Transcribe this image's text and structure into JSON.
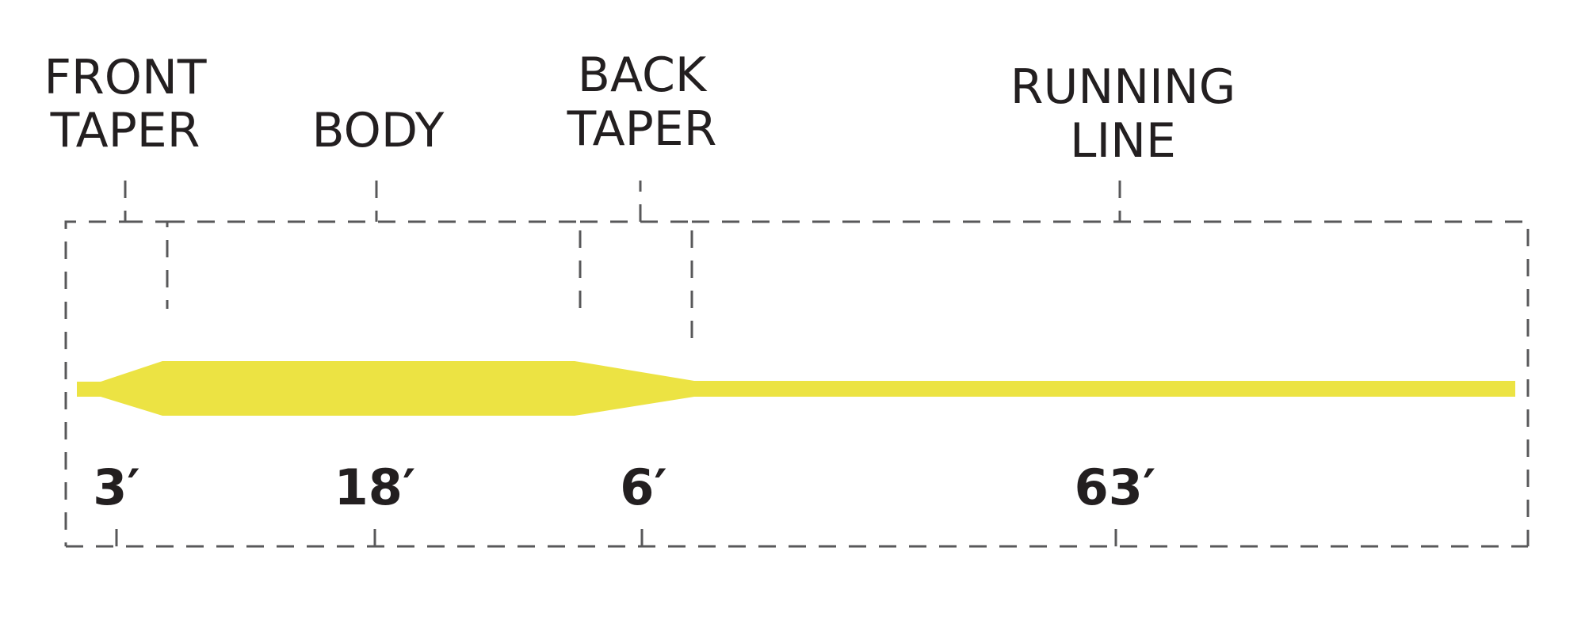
{
  "sections": [
    {
      "id": "front-taper",
      "label_lines": [
        "FRONT",
        "TAPER"
      ],
      "length": "3′"
    },
    {
      "id": "body",
      "label_lines": [
        "BODY"
      ],
      "length": "18′"
    },
    {
      "id": "back-taper",
      "label_lines": [
        "BACK",
        "TAPER"
      ],
      "length": "6′"
    },
    {
      "id": "running-line",
      "label_lines": [
        "RUNNING",
        "LINE"
      ],
      "length": "63′"
    }
  ],
  "colors": {
    "line": "#ece343",
    "guides": "#58585a",
    "text": "#231f20",
    "background": "#ffffff"
  }
}
